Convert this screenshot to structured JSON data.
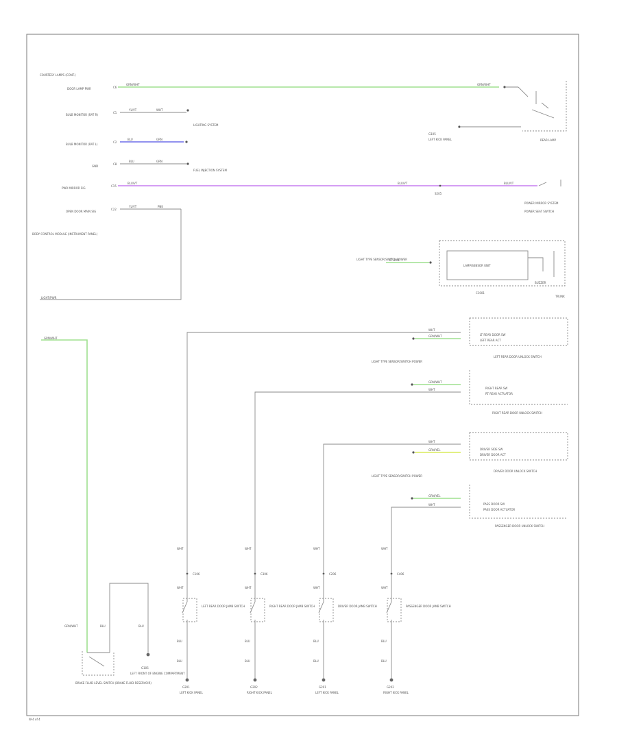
{
  "page": {
    "footer": "W-4 of 4"
  },
  "colors": {
    "green": "#9fe08f",
    "blue": "#6d6de8",
    "purple": "#c57df0",
    "yellow": "#d8ec5a",
    "wire": "#8a8a8a",
    "frame": "#7a7a7a"
  },
  "top": {
    "header": "COURTESY LAMPS (CONT.)",
    "left_rows": [
      {
        "label": "DOOR LAMP PWR",
        "pin": "C6",
        "wire1": "GRN/WHT",
        "wire2": "GRN/WHT"
      },
      {
        "label": "BULB MONITOR (RAT R)",
        "pin": "C1",
        "wire1": "YL/VT",
        "wire2": "WHT"
      },
      {
        "label": "BULB MONITOR (RAT L)",
        "pin": "C2",
        "wire1": "BLU",
        "wire2": "GRN"
      },
      {
        "label": "GND",
        "pin": "C8",
        "wire1": "BLU",
        "wire2": "GRN"
      },
      {
        "label": "PWR MIRROR SIG",
        "pin": "C15",
        "wire1": "BLU/VT",
        "wire2": "BLU/VT"
      },
      {
        "label": "OPEN DOOR MAIN SIG",
        "pin": "C22",
        "wire1": "YL/VT",
        "wire2": "PNK"
      }
    ],
    "notes": {
      "lighting": "LIGHTING SYSTEM",
      "fuel": "FUEL INJECTION SYSTEM",
      "rear_lamp": "REAR LAMP",
      "lamp_panel": "LEFT KICK PANEL",
      "g105": "G105",
      "s205": "S205",
      "pwr_mirror": "POWER MIRROR SYSTEM",
      "pwr_seat": "POWER SEAT SWITCH",
      "ccm": "BODY CONTROL MODULE (INSTRUMENT PANEL)",
      "light_pwr": "LIGHT/PWR"
    }
  },
  "trunk": {
    "source_note": "LIGHT TYPE SENSOR/SWITCH POWER",
    "wire": "LT GRN",
    "inner": "LAMP/SENSOR UNIT",
    "connector": "C1001",
    "buzzer": "BUZZER",
    "title": "TRUNK"
  },
  "switches": [
    {
      "name": "LEFT REAR DOOR UNLOCK SWITCH",
      "w_top": "WHT",
      "w_bot": "GRN/WHT",
      "line1": "LT REAR DOOR SW",
      "line2": "LEFT REAR ACT",
      "note": ""
    },
    {
      "name": "RIGHT REAR DOOR UNLOCK SWITCH",
      "w_top": "GRN/WHT",
      "w_bot": "WHT",
      "line1": "RIGHT REAR SW",
      "line2": "RT REAR ACTUATOR",
      "note": "LIGHT TYPE SENSOR/SWITCH POWER"
    },
    {
      "name": "DRIVER DOOR UNLOCK SWITCH",
      "w_top": "WHT",
      "w_bot": "GRN/YEL",
      "line1": "DRIVER SIDE SW",
      "line2": "DRIVER DOOR ACT",
      "note": ""
    },
    {
      "name": "PASSENGER DOOR UNLOCK SWITCH",
      "w_top": "GRN/YEL",
      "w_bot": "WHT",
      "line1": "PASS DOOR SW",
      "line2": "PASS DOOR ACTUATOR",
      "note": "LIGHT TYPE SENSOR/SWITCH POWER"
    }
  ],
  "jambs": [
    {
      "name": "LEFT REAR DOOR JAMB SWITCH",
      "w1": "WHT",
      "w2": "WHT",
      "w3": "BLU",
      "w4": "BLU",
      "conn": "C106",
      "gnd": "G201",
      "gnd_loc": "LEFT KICK PANEL"
    },
    {
      "name": "RIGHT REAR DOOR JAMB SWITCH",
      "w1": "WHT",
      "w2": "WHT",
      "w3": "BLU",
      "w4": "BLU",
      "conn": "C306",
      "gnd": "G202",
      "gnd_loc": "RIGHT KICK PANEL"
    },
    {
      "name": "DRIVER DOOR JAMB SWITCH",
      "w1": "WHT",
      "w2": "WHT",
      "w3": "BLU",
      "w4": "BLU",
      "conn": "C206",
      "gnd": "G201",
      "gnd_loc": "LEFT KICK PANEL"
    },
    {
      "name": "PASSENGER DOOR JAMB SWITCH",
      "w1": "WHT",
      "w2": "WHT",
      "w3": "BLU",
      "w4": "BLU",
      "conn": "C406",
      "gnd": "G202",
      "gnd_loc": "RIGHT KICK PANEL"
    }
  ],
  "bottom_left": {
    "wire_top": "GRN/WHT",
    "wire_green": "GRN/WHT",
    "w_blu1": "BLU",
    "w_blu2": "BLU",
    "switch_name": "BRAKE FLUID LEVEL SWITCH (BRAKE FLUID RESERVOIR)",
    "ground_name": "G105",
    "ground_loc": "LEFT FRONT OF ENGINE COMPARTMENT"
  }
}
